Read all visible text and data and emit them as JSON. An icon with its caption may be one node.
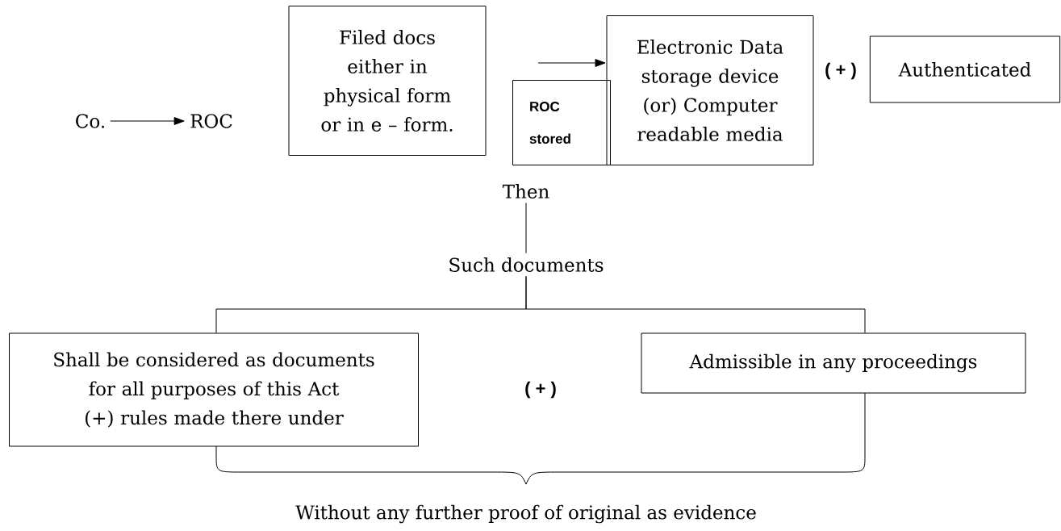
{
  "diagram": {
    "nodes": [
      {
        "text": [
          "Co."
        ]
      },
      {
        "text": [
          "ROC"
        ]
      },
      {
        "text": [
          "Filed docs either in physical form or in e – form."
        ]
      },
      {
        "text": [
          "ROC stored"
        ]
      },
      {
        "text": [
          "Electronic Data storage device (or) Computer readable media"
        ]
      },
      {
        "text": [
          "Authenticated"
        ]
      },
      {
        "text": [
          "Then"
        ]
      },
      {
        "text": [
          "Such documents"
        ]
      },
      {
        "text": [
          "Shall be considered as documents for all purposes of this Act (+) rules made there under"
        ]
      },
      {
        "text": [
          "Admissible in any proceedings"
        ]
      }
    ],
    "edges": [
      {
        "from": 0,
        "to": 1,
        "arrow": "to"
      },
      {
        "from": null,
        "to": 4,
        "arrow": "to"
      },
      {
        "from": 6,
        "to": 7,
        "arrow": "none"
      },
      {
        "from": 7,
        "to": 8,
        "arrow": "none"
      },
      {
        "from": 7,
        "to": 9,
        "arrow": "none"
      }
    ],
    "labels": [
      "( + )",
      "( + )",
      "Without any further proof of original as evidence"
    ]
  }
}
